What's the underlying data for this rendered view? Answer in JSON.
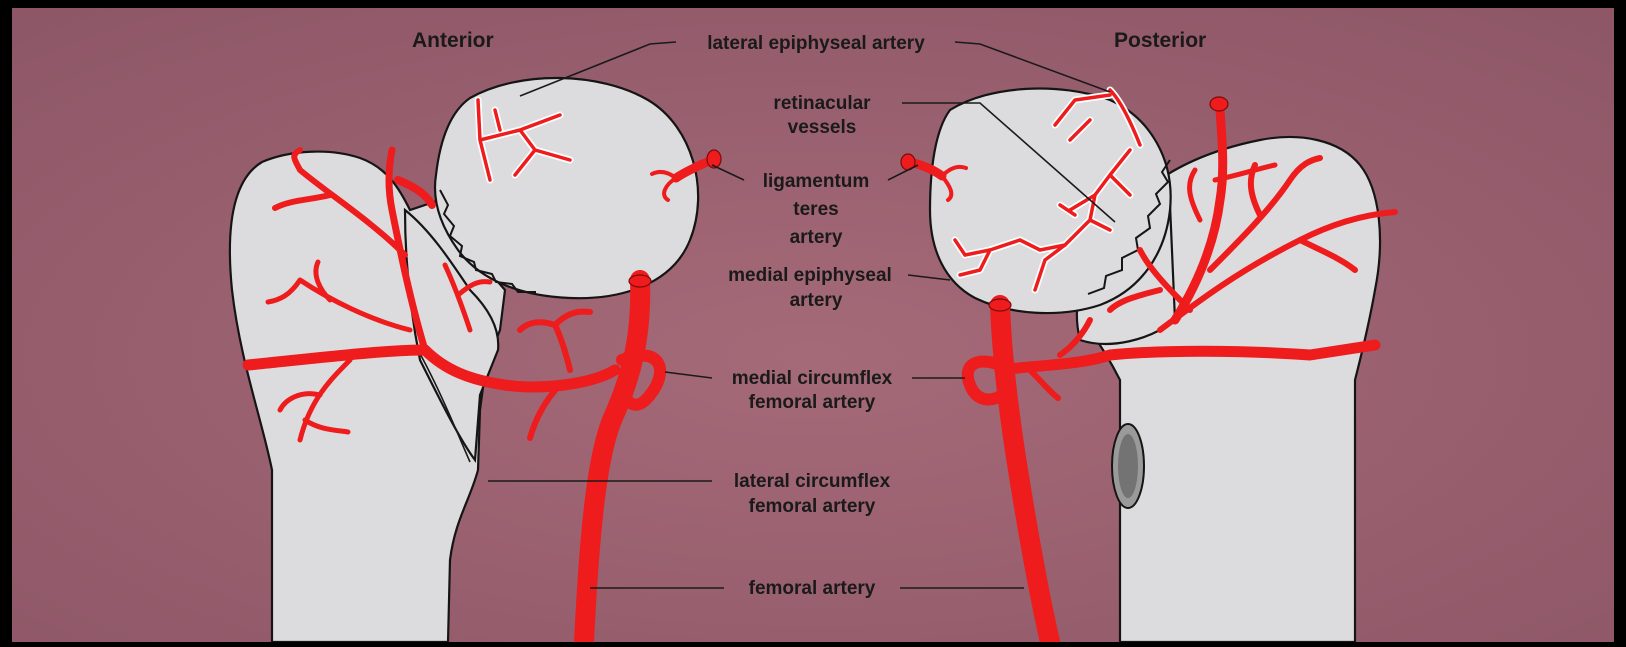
{
  "views": {
    "anterior": "Anterior",
    "posterior": "Posterior"
  },
  "labels": {
    "lateral_epiphyseal": "lateral epiphyseal artery",
    "retinacular_1": "retinacular",
    "retinacular_2": "vessels",
    "ligamentum_1": "ligamentum",
    "ligamentum_2": "teres",
    "ligamentum_3": "artery",
    "medial_epiphyseal_1": "medial epiphyseal",
    "medial_epiphyseal_2": "artery",
    "medial_circumflex_1": "medial circumflex",
    "medial_circumflex_2": "femoral artery",
    "lateral_circumflex_1": "lateral circumflex",
    "lateral_circumflex_2": "femoral artery",
    "femoral": "femoral artery"
  },
  "colors": {
    "background": "#9a6070",
    "bone": "#dcdcde",
    "artery": "#ee1c1c",
    "outline": "#151515"
  }
}
